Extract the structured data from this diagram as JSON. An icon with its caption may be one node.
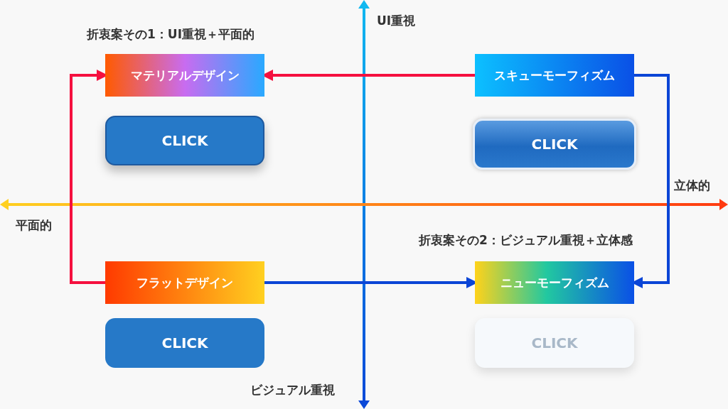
{
  "diagram": {
    "nodes": [
      {
        "text": [
          "マテリアルデザイン"
        ]
      },
      {
        "text": [
          "CLICK"
        ]
      },
      {
        "text": [
          "スキューモーフィズム"
        ]
      },
      {
        "text": [
          "CLICK"
        ]
      },
      {
        "text": [
          "フラットデザイン"
        ]
      },
      {
        "text": [
          "CLICK"
        ]
      },
      {
        "text": [
          "ニューモーフィズム"
        ]
      },
      {
        "text": [
          "CLICK"
        ]
      }
    ],
    "edges": [
      {
        "from": 2,
        "to": 0,
        "arrow": "to",
        "color": "#f5103f"
      },
      {
        "from": 4,
        "to": 0,
        "arrow": "to",
        "color": "#f5103f"
      },
      {
        "from": 4,
        "to": 6,
        "arrow": "to",
        "color": "#0b45d6"
      },
      {
        "from": 2,
        "to": 6,
        "arrow": "to",
        "color": "#0b45d6"
      }
    ],
    "labels": [
      "UI重視",
      "折衷案その1：UI重視＋平面的",
      "立体的",
      "平面的",
      "折衷案その2：ビジュアル重視＋立体感",
      "ビジュアル重視"
    ]
  }
}
